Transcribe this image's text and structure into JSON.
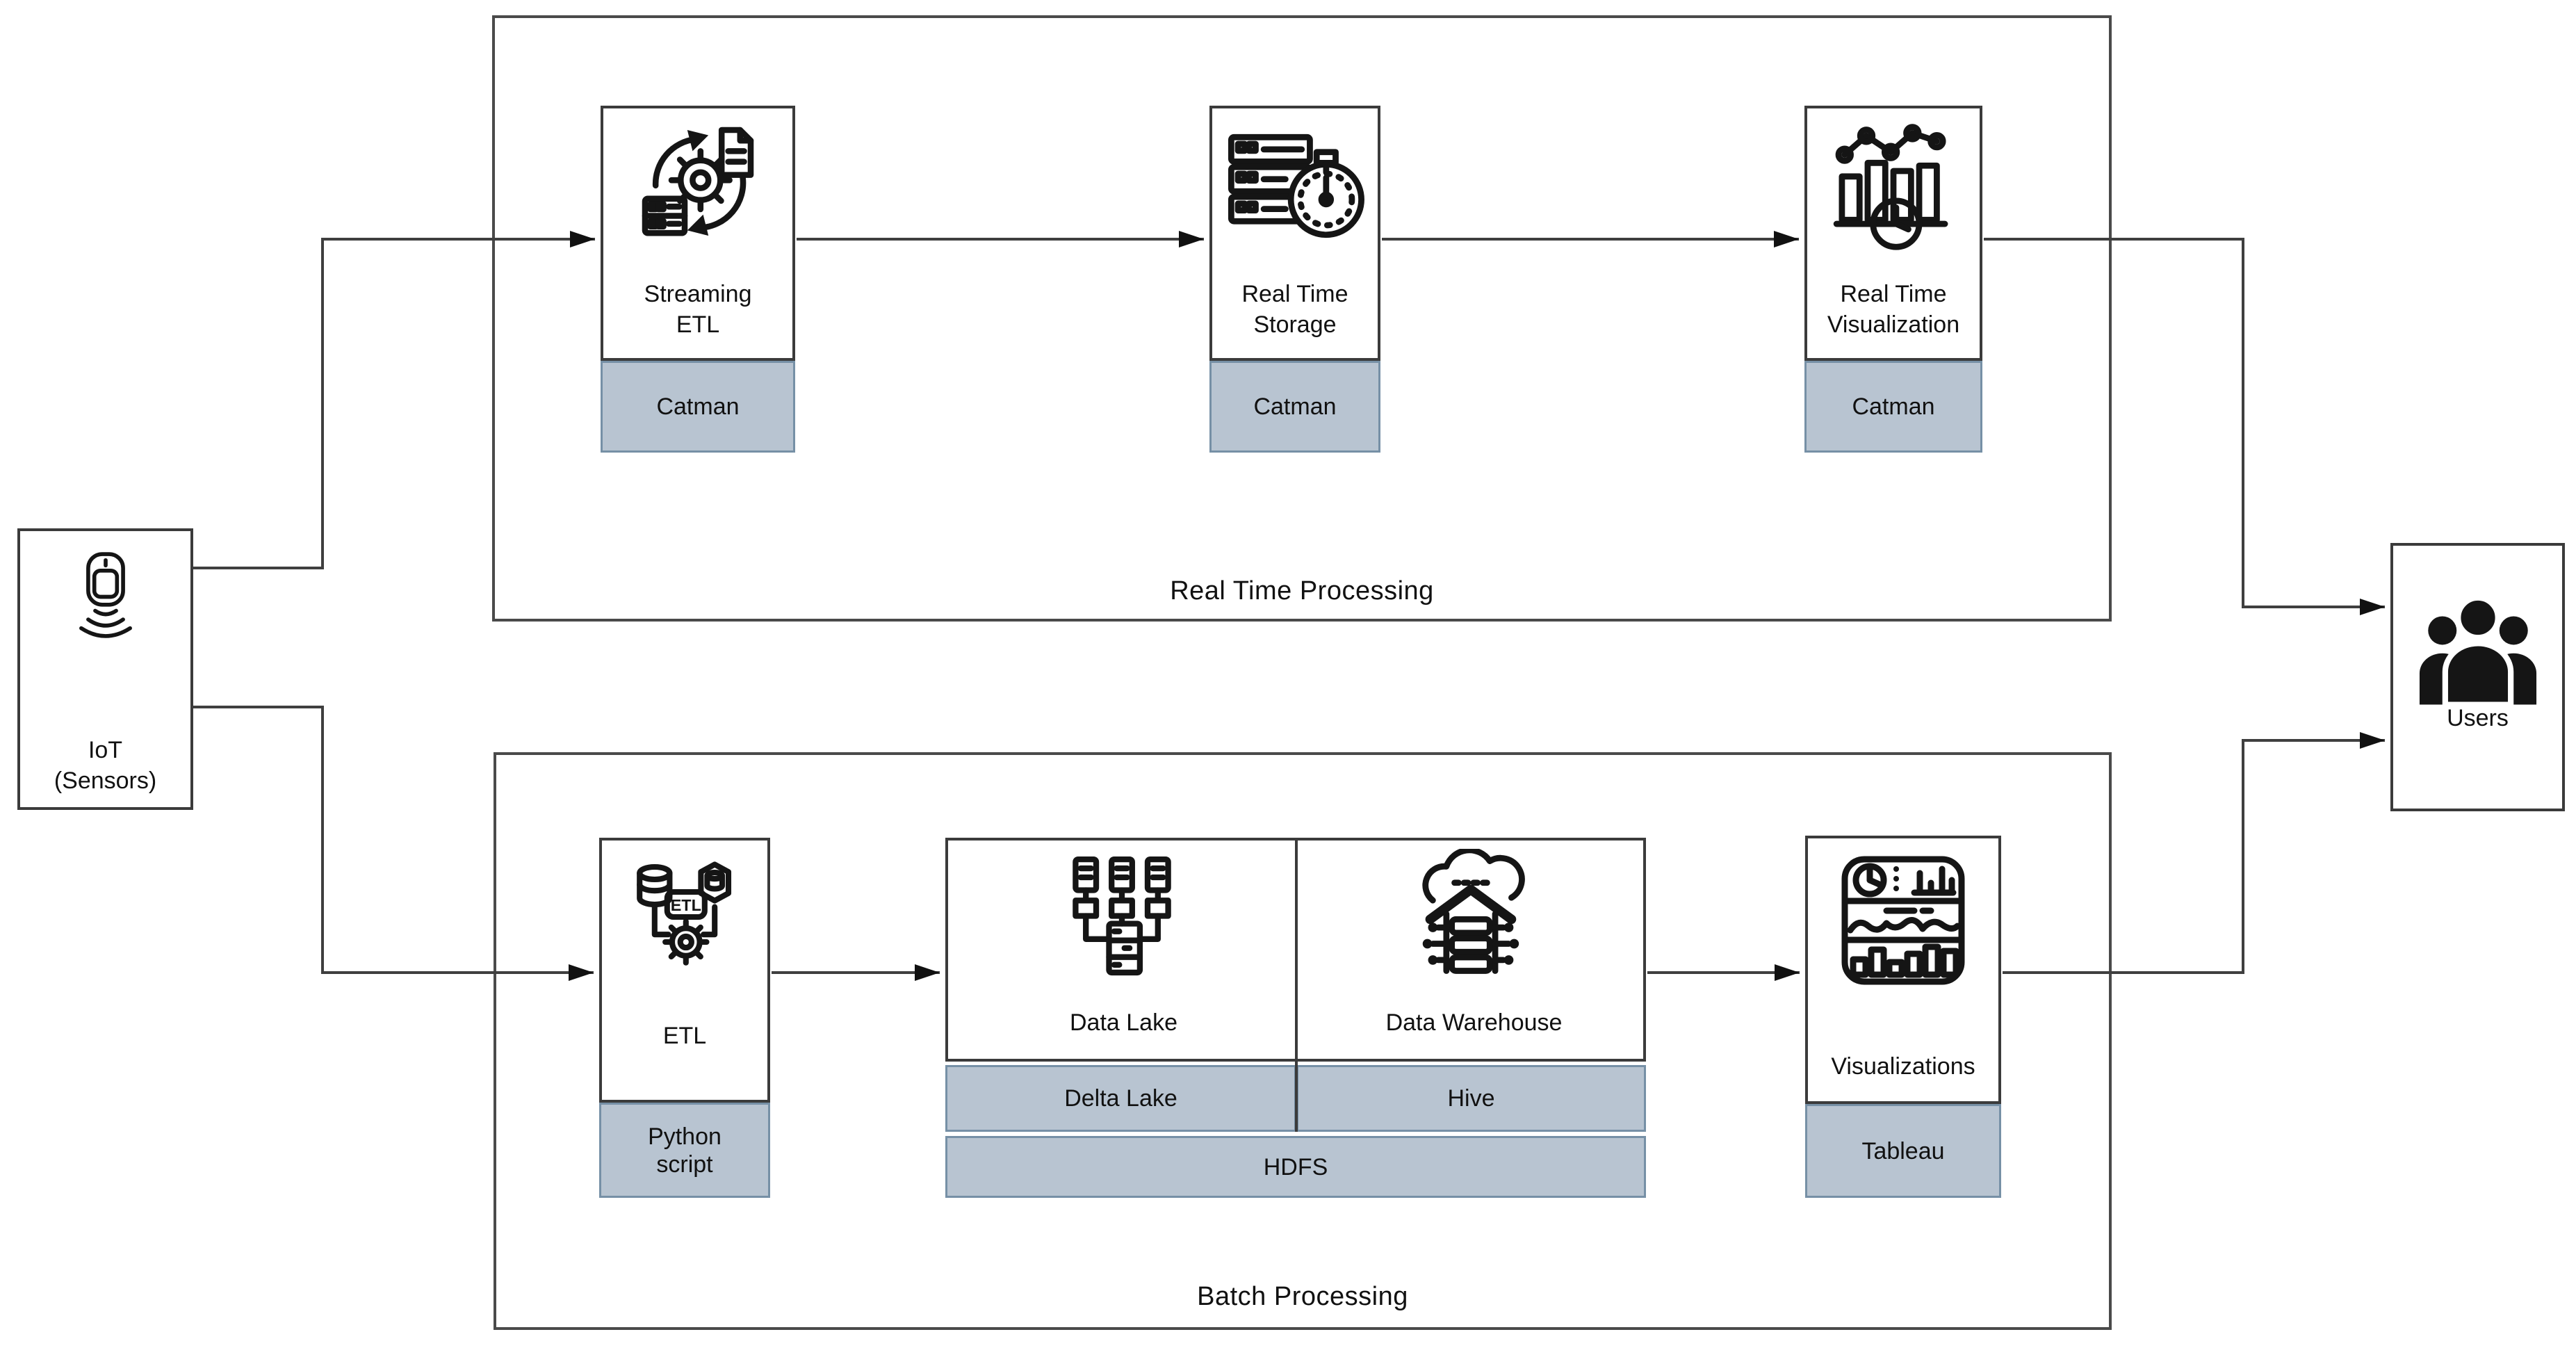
{
  "diagram": {
    "source_node": {
      "icon": "iot-sensor-icon",
      "label_line1": "IoT",
      "label_line2": "(Sensors)"
    },
    "groups": {
      "realtime": {
        "label": "Real Time Processing",
        "nodes": [
          {
            "id": "streaming-etl",
            "icon": "streaming-etl-icon",
            "label_line1": "Streaming",
            "label_line2": "ETL",
            "tech": "Catman"
          },
          {
            "id": "realtime-storage",
            "icon": "realtime-storage-icon",
            "label_line1": "Real Time",
            "label_line2": "Storage",
            "tech": "Catman"
          },
          {
            "id": "realtime-visualization",
            "icon": "realtime-visualization-icon",
            "label_line1": "Real Time",
            "label_line2": "Visualization",
            "tech": "Catman"
          }
        ]
      },
      "batch": {
        "label": "Batch Processing",
        "etl": {
          "icon": "etl-icon",
          "label": "ETL",
          "tech_line1": "Python",
          "tech_line2": "script"
        },
        "storage": {
          "lake": {
            "icon": "data-lake-icon",
            "label": "Data Lake",
            "tech": "Delta Lake"
          },
          "warehouse": {
            "icon": "data-warehouse-icon",
            "label": "Data Warehouse",
            "tech": "Hive"
          },
          "foundation": "HDFS"
        },
        "visualizations": {
          "icon": "visualizations-icon",
          "label": "Visualizations",
          "tech": "Tableau"
        }
      }
    },
    "sink_node": {
      "icon": "users-icon",
      "label": "Users"
    },
    "colors": {
      "node_border": "#3b3b3b",
      "group_border": "#4a4a4a",
      "connector": "#3f3f3f",
      "tech_band_fill": "#b8c4d1",
      "tech_band_border": "#7690a6",
      "text": "#111111",
      "background": "#ffffff"
    }
  }
}
